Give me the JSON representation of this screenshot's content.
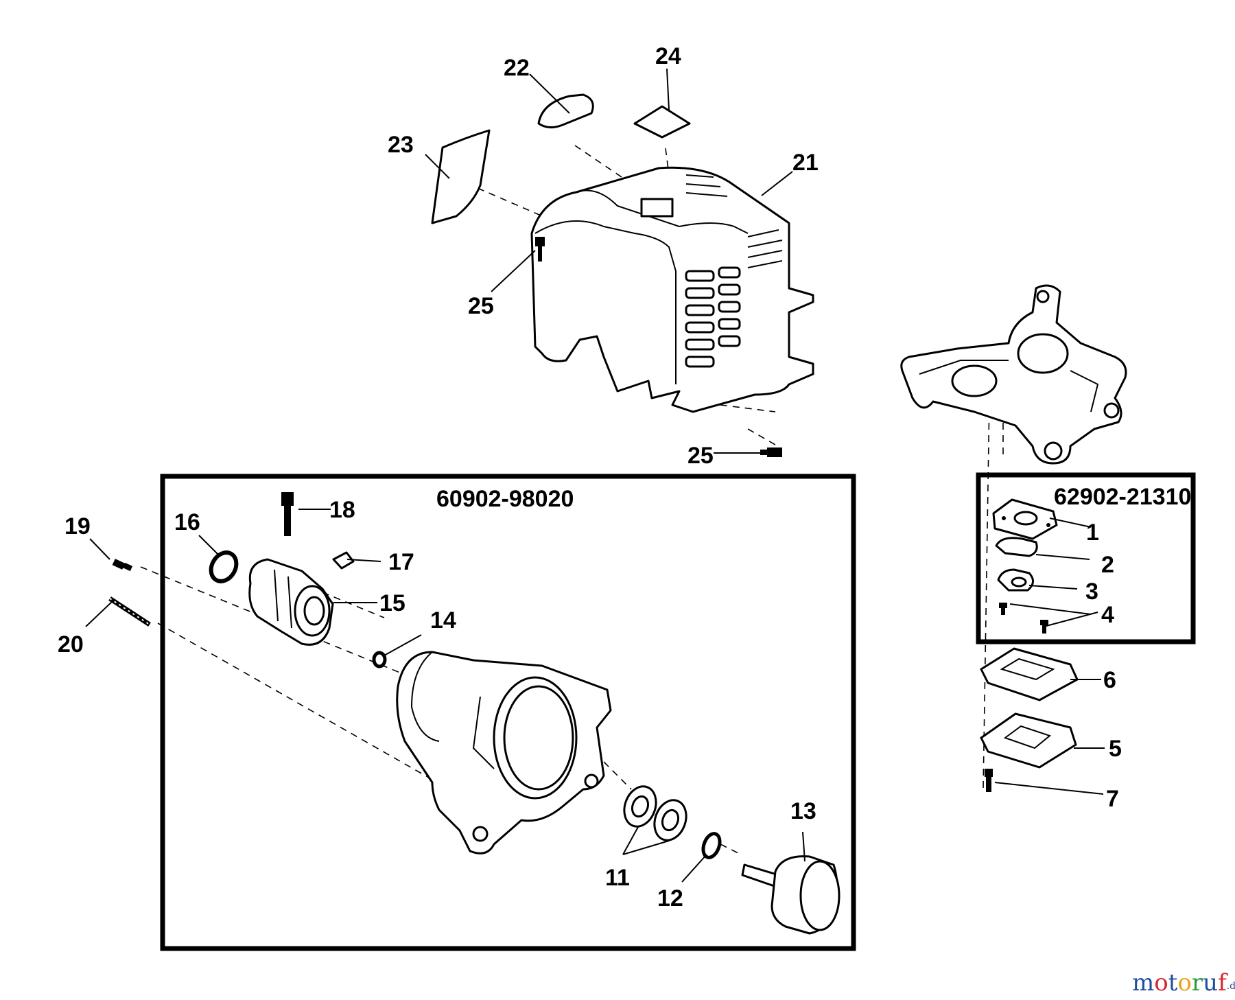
{
  "assemblies": [
    {
      "id": "left",
      "number": "60902-98020"
    },
    {
      "id": "right",
      "number": "62902-21310"
    }
  ],
  "callouts": [
    "1",
    "2",
    "3",
    "4",
    "5",
    "6",
    "7",
    "11",
    "12",
    "13",
    "14",
    "15",
    "16",
    "17",
    "18",
    "19",
    "20",
    "21",
    "22",
    "23",
    "24",
    "25",
    "25"
  ],
  "watermark": {
    "letters": [
      "m",
      "o",
      "t",
      "o",
      "r",
      "u",
      "f"
    ],
    "colors": [
      "#1f4e9c",
      "#d4252b",
      "#1f4e9c",
      "#e8a317",
      "#2a9a3c",
      "#1f4e9c",
      "#d4252b"
    ],
    "suffix": ".de"
  }
}
